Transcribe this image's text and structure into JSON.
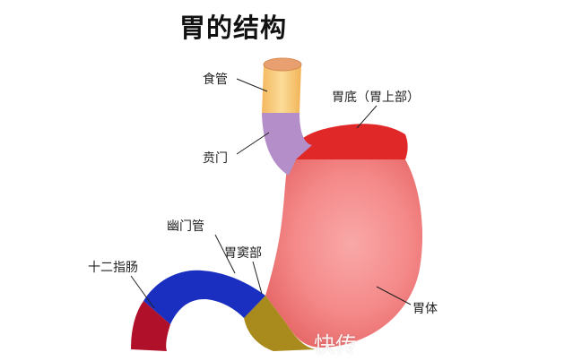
{
  "title": "胃的结构",
  "labels": {
    "esophagus": "食管",
    "cardia": "贲门",
    "fundus": "胃底（胃上部）",
    "pyloric_canal": "幽门管",
    "duodenum": "十二指肠",
    "antrum": "胃窦部",
    "body": "胃体"
  },
  "watermark": "快传",
  "colors": {
    "esophagus": "#f7c97a",
    "cardia": "#b48ec8",
    "fundus": "#e02828",
    "body": "#f48c8c",
    "antrum": "#a98a1c",
    "pyloric_canal": "#1a2fc0",
    "duodenum": "#b0102a"
  }
}
